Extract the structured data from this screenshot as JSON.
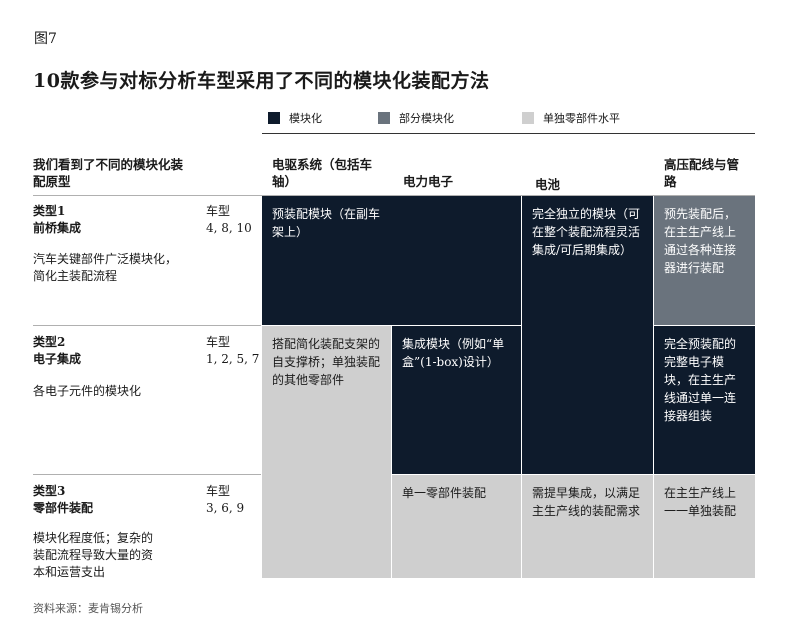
{
  "figure_label": "图7",
  "title": "10款参与对标分析车型采用了不同的模块化装配方法",
  "legend": [
    {
      "label": "模块化",
      "color": "#0e1b2c"
    },
    {
      "label": "部分模块化",
      "color": "#6a737d"
    },
    {
      "label": "单独零部件水平",
      "color": "#cfcfcf"
    }
  ],
  "chart_data": {
    "type": "table",
    "row_header": "我们看到了不同的模块化装配原型",
    "columns": [
      "电驱系统（包括车轴）",
      "电力电子",
      "电池",
      "高压配线与管路"
    ],
    "rows": [
      {
        "name": "类型1",
        "subtitle": "前桥集成",
        "models_label": "车型",
        "models": "4, 8, 10",
        "description": "汽车关键部件广泛模块化，简化主装配流程"
      },
      {
        "name": "类型2",
        "subtitle": "电子集成",
        "models_label": "车型",
        "models": "1, 2, 5, 7",
        "description": "各电子元件的模块化"
      },
      {
        "name": "类型3",
        "subtitle": "零部件装配",
        "models_label": "车型",
        "models": "3, 6, 9",
        "description": "模块化程度低；复杂的装配流程导致大量的资本和运营支出"
      }
    ],
    "cells": {
      "type1_edrive_power": "预装配模块（在副车架上）",
      "battery_type12": "完全独立的模块（可在整个装配流程灵活集成/可后期集成）",
      "wiring_type1": "预先装配后，在主生产线上通过各种连接器进行装配",
      "edrive_type23": "搭配简化装配支架的自支撑桥；单独装配的其他零部件",
      "power_type2": "集成模块（例如“单盒”(1-box)设计）",
      "wiring_type2": "完全预装配的完整电子模块，在主生产线通过单一连接器组装",
      "power_type3": "单一零部件装配",
      "battery_type3": "需提早集成，以满足主生产线的装配需求",
      "wiring_type3": "在主生产线上一一单独装配"
    }
  },
  "source": "资料来源：麦肯锡分析"
}
